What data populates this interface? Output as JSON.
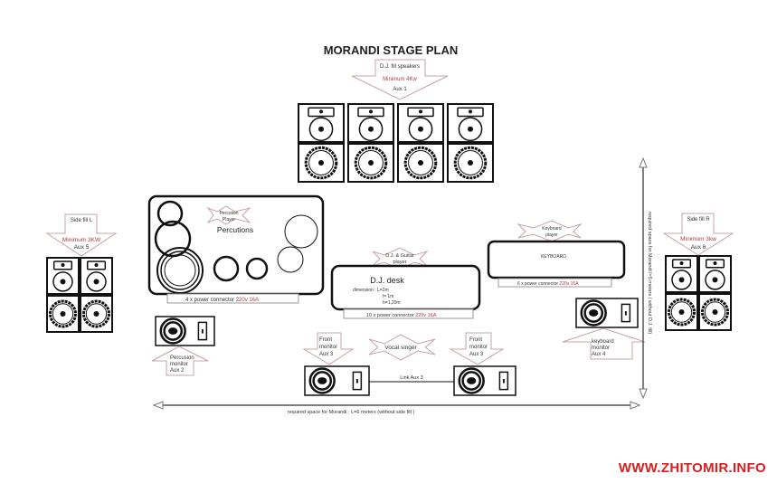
{
  "title": "MORANDI STAGE PLAN",
  "dj_fill": {
    "label": "D.J. fill speakers",
    "power": "Minimum 4Kw",
    "aux": "Aux 1"
  },
  "side_fill_l": {
    "label": "Side fill L",
    "power": "Minimum 3KW",
    "aux": "Aux 5"
  },
  "side_fill_r": {
    "label": "Side fill R",
    "power": "Minimum 3kw",
    "aux": "Aux 6"
  },
  "percussion": {
    "player": [
      "Percution",
      "Player"
    ],
    "title": "Percutions",
    "power_prefix": "4 x power connector ",
    "power_spec": "220v 16A"
  },
  "dj_desk": {
    "player": [
      "D.J. & Guitar",
      "player"
    ],
    "title": "D.J. desk",
    "dimension": [
      "dimension : L=2m",
      "l= 1m",
      "h=1,20m"
    ],
    "power_prefix": "10 x power connector ",
    "power_spec": "220v 16A"
  },
  "keyboard": {
    "player": [
      "Keyboard",
      "player"
    ],
    "title": "KEYBOARD",
    "power_prefix": "6 x power connector ",
    "power_spec": "220v 16A"
  },
  "percussion_monitor": [
    "Percusion",
    "monitor",
    "Aux 2"
  ],
  "keyboard_monitor": [
    "keyboard",
    "monitor",
    "Aux 4"
  ],
  "front_monitor_left": [
    "Front",
    "monitor",
    "Aux 3"
  ],
  "front_monitor_right": [
    "Front",
    "monitor",
    "Aux 3"
  ],
  "vocal": "Vocal singer",
  "link": "Link Aux 3",
  "width_note": "required space for Morandi : L=6  meters (without side fill )",
  "depth_note": "required space for Morandi l=5 meters ( without D.J. fill)",
  "watermark": "WWW.ZHITOMIR.INFO"
}
